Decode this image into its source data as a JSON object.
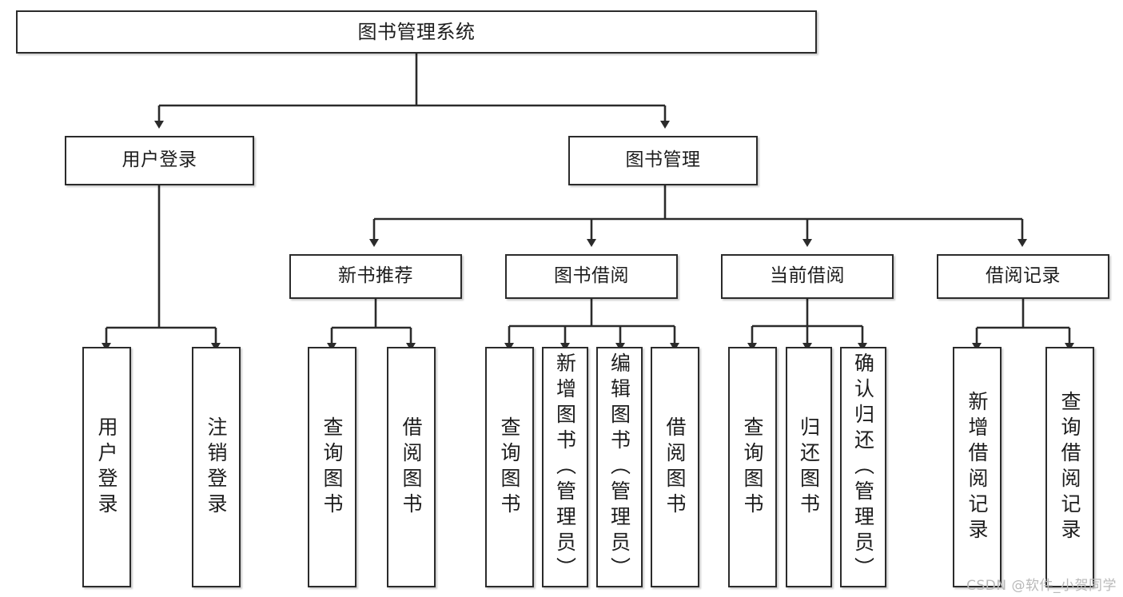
{
  "diagram": {
    "title": "图书管理系统",
    "type": "functional-structure-tree",
    "line_color": "#2b2b2b",
    "box_fill": "#ffffff",
    "text_color": "#1d1d1d",
    "watermark": "CSDN @软件_小贺同学"
  },
  "root": {
    "label": "图书管理系统"
  },
  "level2": [
    {
      "label": "用户登录"
    },
    {
      "label": "图书管理"
    }
  ],
  "level3": [
    {
      "label": "新书推荐"
    },
    {
      "label": "图书借阅"
    },
    {
      "label": "当前借阅"
    },
    {
      "label": "借阅记录"
    }
  ],
  "leaves": {
    "user_login": [
      {
        "label": "用户登录"
      },
      {
        "label": "注销登录"
      }
    ],
    "new_book_recommend": [
      {
        "label": "查询图书"
      },
      {
        "label": "借阅图书"
      }
    ],
    "book_borrow": [
      {
        "label": "查询图书"
      },
      {
        "label": "新增图书（管理员）"
      },
      {
        "label": "编辑图书（管理员）"
      },
      {
        "label": "借阅图书"
      }
    ],
    "current_borrow": [
      {
        "label": "查询图书"
      },
      {
        "label": "归还图书"
      },
      {
        "label": "确认归还（管理员）"
      }
    ],
    "borrow_record": [
      {
        "label": "新增借阅记录"
      },
      {
        "label": "查询借阅记录"
      }
    ]
  }
}
